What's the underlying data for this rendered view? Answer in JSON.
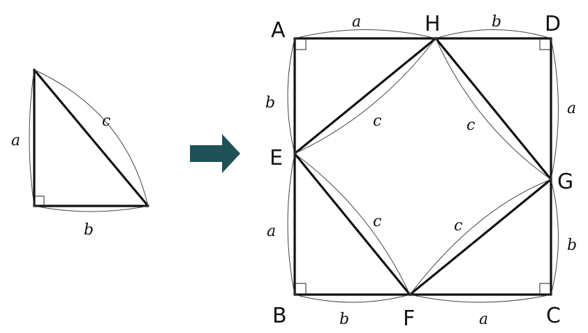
{
  "colors": {
    "line": "#111111",
    "arrow": "#1f5257",
    "background": "#ffffff"
  },
  "triangle": {
    "side_labels": {
      "a": "a",
      "b": "b",
      "c": "c"
    }
  },
  "arrow": {
    "icon": "right-arrow-icon",
    "color": "#1f5257"
  },
  "square": {
    "points": {
      "A": "A",
      "B": "B",
      "C": "C",
      "D": "D",
      "E": "E",
      "F": "F",
      "G": "G",
      "H": "H"
    },
    "outer_labels": {
      "AH": "a",
      "HD": "b",
      "DG": "a",
      "GC": "b",
      "CF": "a",
      "FB": "b",
      "BE": "a",
      "EA": "b"
    },
    "inner_labels": {
      "EH": "c",
      "HG": "c",
      "EF": "c",
      "FG": "c"
    }
  }
}
